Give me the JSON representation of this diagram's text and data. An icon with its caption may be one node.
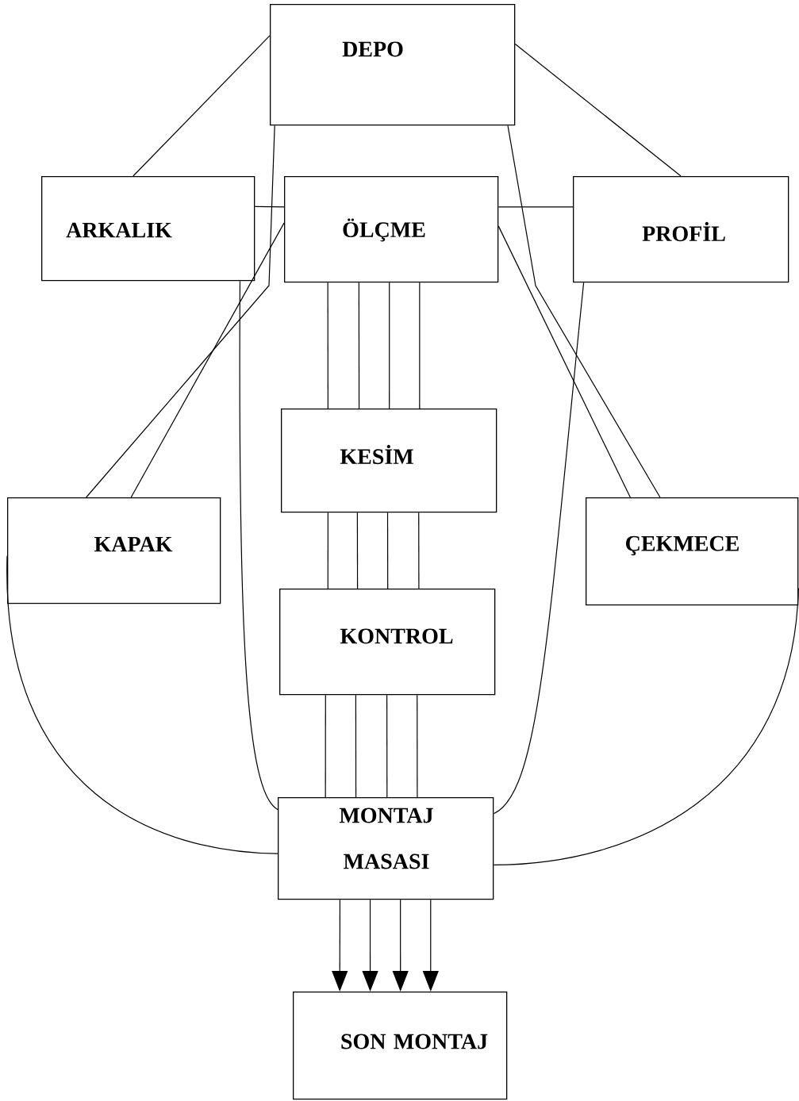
{
  "diagram": {
    "nodes": [
      {
        "text": [
          "DEPO"
        ]
      },
      {
        "text": [
          "ARKALIK"
        ]
      },
      {
        "text": [
          "ÖLÇME"
        ]
      },
      {
        "text": [
          "PROFİL"
        ]
      },
      {
        "text": [
          "KESİM"
        ]
      },
      {
        "text": [
          "KAPAK"
        ]
      },
      {
        "text": [
          "ÇEKMECE"
        ]
      },
      {
        "text": [
          "KONTROL"
        ]
      },
      {
        "text": [
          "MONTAJ MASASI"
        ]
      },
      {
        "text": [
          "SON MONTAJ"
        ]
      }
    ],
    "edges": [
      {
        "from": 0,
        "to": 1,
        "arrow": "none"
      },
      {
        "from": 0,
        "to": 5,
        "arrow": "none"
      },
      {
        "from": 0,
        "to": 3,
        "arrow": "none"
      },
      {
        "from": 0,
        "to": 6,
        "arrow": "none"
      },
      {
        "from": 1,
        "to": 2,
        "arrow": "none"
      },
      {
        "from": 2,
        "to": 3,
        "arrow": "none"
      },
      {
        "from": 2,
        "to": 5,
        "arrow": "none"
      },
      {
        "from": 2,
        "to": 6,
        "arrow": "none"
      },
      {
        "from": 2,
        "to": 4,
        "arrow": "none"
      },
      {
        "from": 2,
        "to": 4,
        "arrow": "none"
      },
      {
        "from": 2,
        "to": 4,
        "arrow": "none"
      },
      {
        "from": 2,
        "to": 4,
        "arrow": "none"
      },
      {
        "from": 4,
        "to": 7,
        "arrow": "none"
      },
      {
        "from": 4,
        "to": 7,
        "arrow": "none"
      },
      {
        "from": 4,
        "to": 7,
        "arrow": "none"
      },
      {
        "from": 4,
        "to": 7,
        "arrow": "none"
      },
      {
        "from": 7,
        "to": 8,
        "arrow": "none"
      },
      {
        "from": 7,
        "to": 8,
        "arrow": "none"
      },
      {
        "from": 7,
        "to": 8,
        "arrow": "none"
      },
      {
        "from": 7,
        "to": 8,
        "arrow": "none"
      },
      {
        "from": 8,
        "to": 9,
        "arrow": "to"
      },
      {
        "from": 8,
        "to": 9,
        "arrow": "to"
      },
      {
        "from": 8,
        "to": 9,
        "arrow": "to"
      },
      {
        "from": 8,
        "to": 9,
        "arrow": "to"
      },
      {
        "from": 1,
        "to": 8,
        "arrow": "none"
      },
      {
        "from": 5,
        "to": 8,
        "arrow": "none"
      },
      {
        "from": 3,
        "to": 8,
        "arrow": "none"
      },
      {
        "from": 6,
        "to": 8,
        "arrow": "none"
      }
    ]
  }
}
